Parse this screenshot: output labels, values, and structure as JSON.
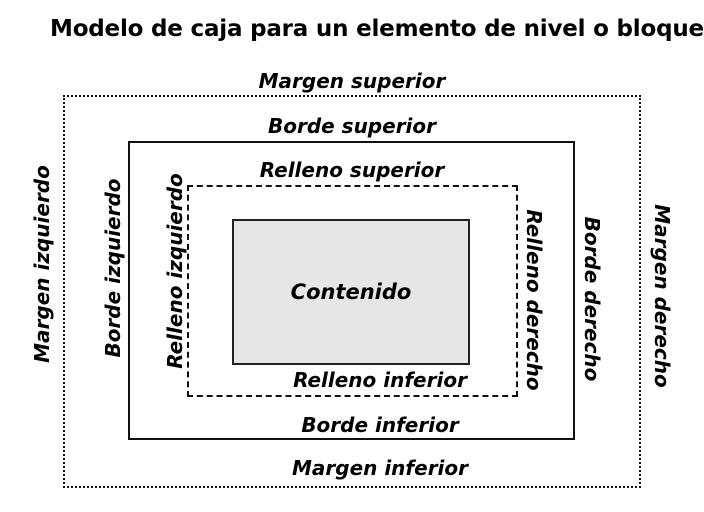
{
  "title": "Modelo de caja para un elemento de nivel o bloque",
  "colors": {
    "stroke": "#111111",
    "content_fill": "#e6e6e6",
    "background": "#ffffff",
    "text": "#000000"
  },
  "boxes": {
    "margin": {
      "name": "margin-box",
      "border_style": "dotted"
    },
    "border": {
      "name": "border-box",
      "border_style": "solid"
    },
    "padding": {
      "name": "padding-box",
      "border_style": "dashed"
    },
    "content": {
      "name": "content-box",
      "border_style": "solid",
      "label": "Contenido"
    }
  },
  "labels": {
    "margin_top": "Margen superior",
    "margin_bottom": "Margen inferior",
    "margin_left": "Margen izquierdo",
    "margin_right": "Margen derecho",
    "border_top": "Borde superior",
    "border_bottom": "Borde inferior",
    "border_left": "Borde izquierdo",
    "border_right": "Borde derecho",
    "padding_top": "Relleno superior",
    "padding_bottom": "Relleno inferior",
    "padding_left": "Relleno izquierdo",
    "padding_right": "Relleno derecho",
    "content": "Contenido"
  }
}
